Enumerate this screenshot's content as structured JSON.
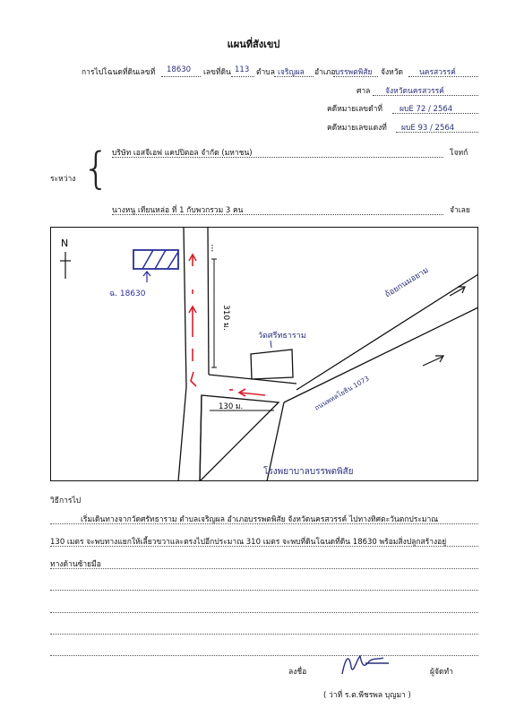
{
  "document": {
    "title": "แผนที่สังเขป",
    "header": {
      "deed_label": "การไปโฉนดที่ดินเลขที่",
      "deed_no": "18630",
      "land_label": "เลขที่ดิน",
      "land_no": "113",
      "subdistrict_label": "ตำบล",
      "subdistrict": "เจริญผล",
      "district_label": "อำเภอ",
      "district": "บรรพตพิสัย",
      "province_label": "จังหวัด",
      "province": "นครสวรรค์",
      "court_label": "ศาล",
      "court": "จังหวัดนครสวรรค์",
      "black_case_label": "คดีหมายเลขดำที่",
      "black_case": "ผบE  72 / 2564",
      "red_case_label": "คดีหมายเลขแดงที่",
      "red_case": "ผบE  93 / 2564"
    },
    "parties": {
      "between_label": "ระหว่าง",
      "plaintiff": "บริษัท เอสจีเอฟ แคปปิตอล จำกัด (มหาชน)",
      "plaintiff_role": "โจทก์",
      "defendant": "นางหนู  เทียนหล่อ ที่ 1 กับพวกรวม 3 คน",
      "defendant_role": "จำเลย"
    },
    "map": {
      "north": "N",
      "parcel_label": "ฉ. 18630",
      "distance_vertical": "310 ม.",
      "distance_horizontal": "130 ม.",
      "temple": "วัดศรีทธาราม",
      "road_top": "ถ้อยกนมอยาม",
      "road_highway": "ถนนพหลโยธิน 1073",
      "hospital": "โรงพยาบาลบรรพตพิสัย"
    },
    "procedure": {
      "label": "วิธีการไป",
      "lines": [
        "เริ่มเดินทางจากวัดศรัทธาราม ตำบลเจริญผล อำเภอบรรพตพิสัย จังหวัดนครสวรรค์ ไปทางทิศตะวันตกประมาณ",
        "130 เมตร จะพบทางแยกให้เลี้ยวขวาและตรงไปอีกประมาณ 310 เมตร จะพบที่ดินโฉนดที่ดิน 18630 พร้อมสิ่งปลูกสร้างอยู่",
        "ทางด้านซ้ายมือ"
      ]
    },
    "signature": {
      "sign_label": "ลงชื่อ",
      "role": "ผู้จัดทำ",
      "name": "( ว่าที่ ร.ต.พีชรพล  บุญมา )"
    }
  }
}
